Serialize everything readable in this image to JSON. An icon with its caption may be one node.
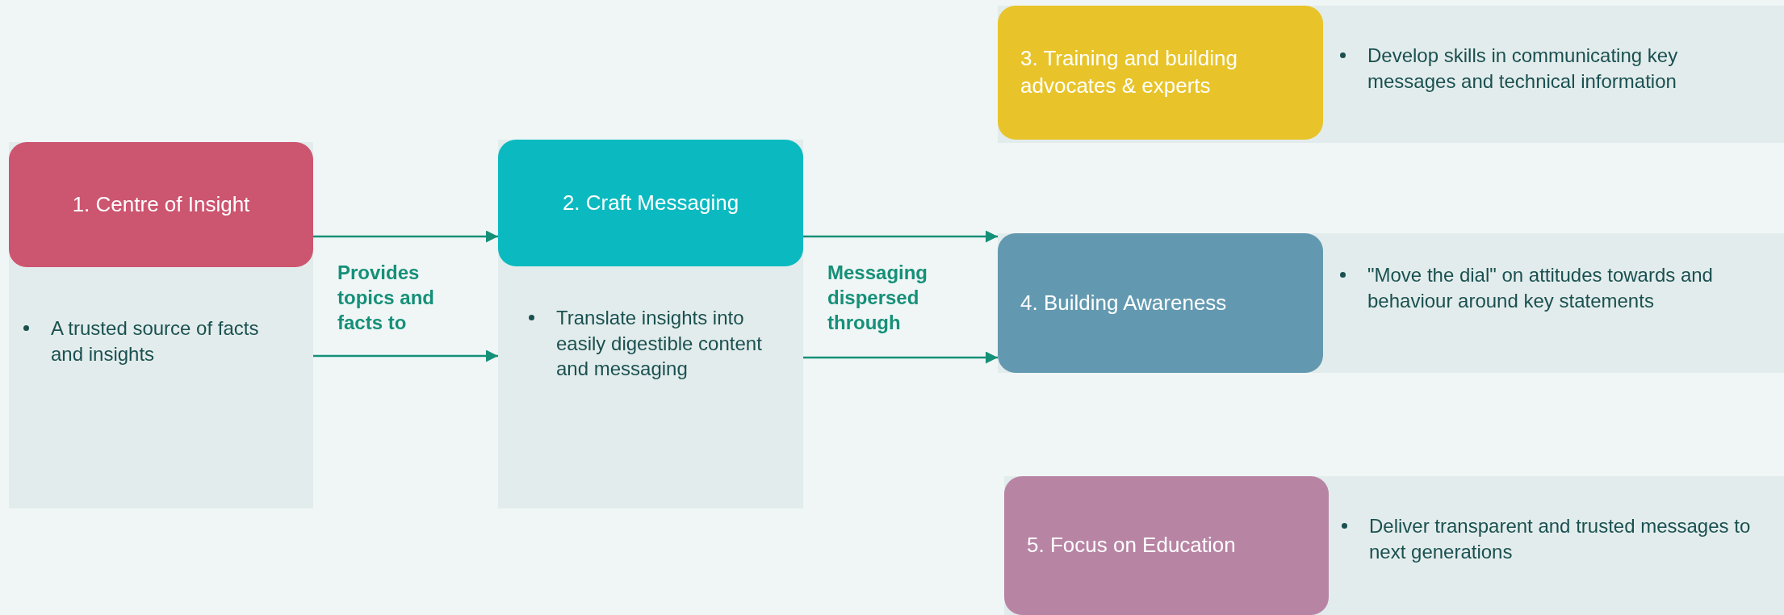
{
  "diagram": {
    "nodes": [
      {
        "text": [
          "1. Centre of Insight",
          "A trusted source of facts and insights"
        ]
      },
      {
        "text": [
          "2. Craft Messaging",
          "Translate insights into easily digestible content and messaging"
        ]
      },
      {
        "text": [
          "3. Training and building advocates & experts",
          "Develop skills in communicating key messages and technical information"
        ]
      },
      {
        "text": [
          "4. Building Awareness",
          "\"Move the dial\" on attitudes towards and behaviour around key statements"
        ]
      },
      {
        "text": [
          "5. Focus on Education",
          "Deliver transparent and trusted messages to next generations"
        ]
      }
    ],
    "edges": [
      {
        "from": 0,
        "to": 1,
        "arrow": "to",
        "label": "Provides topics and facts to"
      },
      {
        "from": 0,
        "to": 1,
        "arrow": "to"
      },
      {
        "from": 1,
        "to": 3,
        "arrow": "to",
        "label": "Messaging dispersed through"
      },
      {
        "from": 1,
        "to": 3,
        "arrow": "to"
      }
    ]
  }
}
